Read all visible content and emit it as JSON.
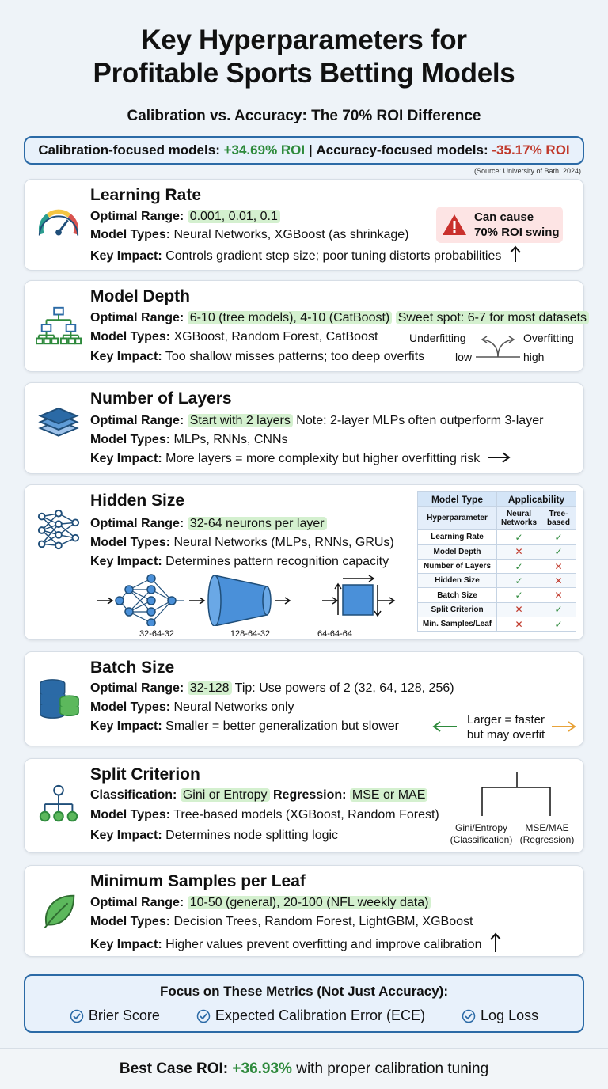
{
  "title": {
    "line1": "Key Hyperparameters for",
    "line2": "Profitable Sports Betting Models"
  },
  "subtitle": "Calibration vs. Accuracy: The 70% ROI Difference",
  "roi_banner": {
    "calibration_label": "Calibration-focused models:",
    "calibration_value": "+34.69% ROI",
    "separator": "|",
    "accuracy_label": "Accuracy-focused models:",
    "accuracy_value": "-35.17% ROI"
  },
  "source": "(Source: University of Bath, 2024)",
  "labels": {
    "optimal_range": "Optimal Range:",
    "model_types": "Model Types:",
    "key_impact": "Key Impact:",
    "classification": "Classification:",
    "regression": "Regression:"
  },
  "learning_rate": {
    "title": "Learning Rate",
    "range": "0.001, 0.01, 0.1",
    "model_types": "Neural Networks, XGBoost (as shrinkage)",
    "impact": "Controls gradient step size; poor tuning distorts probabilities",
    "warning_line1": "Can cause",
    "warning_line2": "70% ROI swing",
    "icon": "speedometer-icon"
  },
  "model_depth": {
    "title": "Model Depth",
    "range": "6-10 (tree models), 4-10 (CatBoost)",
    "sweet_spot": "Sweet spot: 6-7 for most datasets",
    "model_types": "XGBoost, Random Forest, CatBoost",
    "impact": "Too shallow misses patterns; too deep overfits",
    "underfitting": "Underfitting",
    "overfitting": "Overfitting",
    "low": "low",
    "high": "high",
    "icon": "hierarchy-icon"
  },
  "num_layers": {
    "title": "Number of Layers",
    "range": "Start with 2 layers",
    "note": "Note: 2-layer MLPs often outperform 3-layer",
    "model_types": "MLPs, RNNs, CNNs",
    "impact": "More layers = more complexity but higher overfitting risk",
    "icon": "layers-icon"
  },
  "hidden_size": {
    "title": "Hidden Size",
    "range": "32-64 neurons per layer",
    "model_types": "Neural Networks (MLPs, RNNs, GRUs)",
    "impact": "Determines pattern recognition capacity",
    "diagram_labels": [
      "32-64-32",
      "128-64-32",
      "64-64-64"
    ],
    "icon": "neural-network-icon"
  },
  "applicability_table": {
    "header_model_type": "Model Type",
    "header_applicability": "Applicability",
    "col_hyperparameter": "Hyperparameter",
    "col_neural": "Neural Networks",
    "col_tree": "Tree-based",
    "rows": [
      {
        "name": "Learning Rate",
        "neural": true,
        "tree": true
      },
      {
        "name": "Model Depth",
        "neural": false,
        "tree": true
      },
      {
        "name": "Number of Layers",
        "neural": true,
        "tree": false
      },
      {
        "name": "Hidden Size",
        "neural": true,
        "tree": false
      },
      {
        "name": "Batch Size",
        "neural": true,
        "tree": false
      },
      {
        "name": "Split Criterion",
        "neural": false,
        "tree": true
      },
      {
        "name": "Min. Samples/Leaf",
        "neural": false,
        "tree": true
      }
    ]
  },
  "batch_size": {
    "title": "Batch Size",
    "range": "32-128",
    "tip": "Tip: Use powers of 2 (32, 64, 128, 256)",
    "model_types": "Neural Networks only",
    "impact": "Smaller = better generalization but slower",
    "larger_line1": "Larger = faster",
    "larger_line2": "but may overfit",
    "icon": "database-icon"
  },
  "split_criterion": {
    "title": "Split Criterion",
    "classification": "Gini or Entropy",
    "regression": "MSE or MAE",
    "model_types": "Tree-based models (XGBoost, Random Forest)",
    "impact": "Determines node splitting logic",
    "left_label_1": "Gini/Entropy",
    "left_label_2": "(Classification)",
    "right_label_1": "MSE/MAE",
    "right_label_2": "(Regression)",
    "icon": "tree-split-icon"
  },
  "min_samples": {
    "title": "Minimum Samples per Leaf",
    "range": "10-50 (general), 20-100 (NFL weekly data)",
    "model_types": "Decision Trees, Random Forest, LightGBM, XGBoost",
    "impact": "Higher values prevent overfitting and improve calibration",
    "icon": "leaf-icon"
  },
  "focus": {
    "title": "Focus on These Metrics (Not Just Accuracy):",
    "metrics": [
      "Brier Score",
      "Expected Calibration Error (ECE)",
      "Log Loss"
    ]
  },
  "footer": {
    "label": "Best Case ROI:",
    "value": "+36.93%",
    "suffix": "with proper calibration tuning"
  },
  "colors": {
    "positive": "#2e8a3c",
    "negative": "#c0392b",
    "accent": "#2b6aa6",
    "highlight": "#d4f0cf"
  }
}
